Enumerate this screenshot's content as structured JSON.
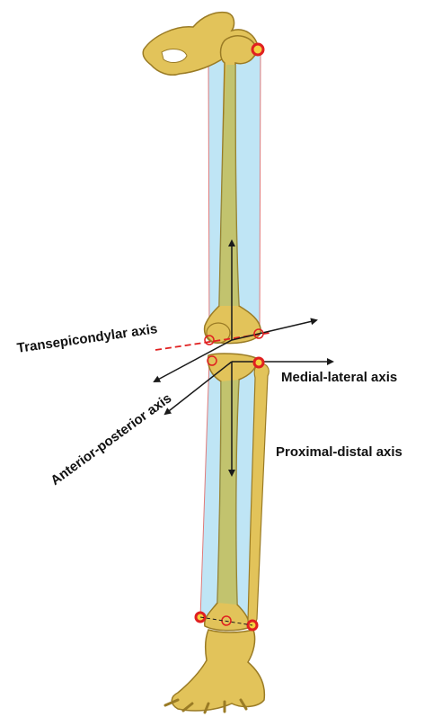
{
  "labels": {
    "transepicondylar": "Transepicondylar axis",
    "medial_lateral": "Medial-lateral axis",
    "anterior_posterior": "Anterior-posterior axis",
    "proximal_distal": "Proximal-distal axis"
  },
  "colors": {
    "bone_fill": "#e2c35a",
    "bone_stroke": "#9a7b25",
    "bone_overlay": "#9cc487",
    "segment_box": "#a9dcf2",
    "segment_edge": "#e07a7a",
    "landmark_outer": "#e02020",
    "landmark_inner": "#f4d040",
    "axis_arrow": "#1a1a1a",
    "transepicondylar_line": "#e02020"
  }
}
